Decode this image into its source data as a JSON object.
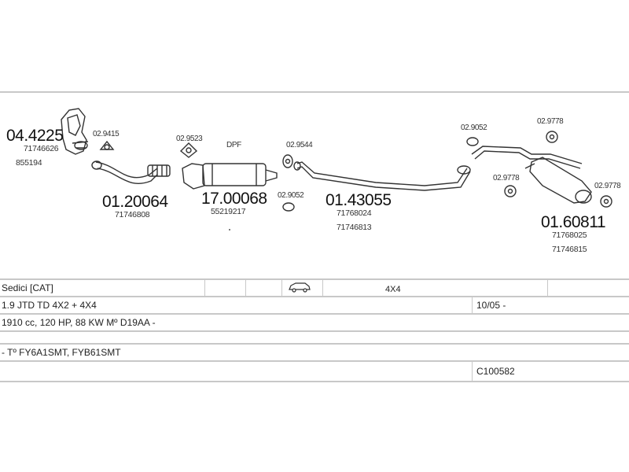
{
  "parts": [
    {
      "id": "p1",
      "code": "04.4225",
      "refs": [
        "71746626",
        "855194"
      ]
    },
    {
      "id": "p2",
      "code": "02.9415",
      "refs": []
    },
    {
      "id": "p3",
      "code": "01.20064",
      "refs": [
        "71746808"
      ]
    },
    {
      "id": "p4",
      "code": "02.9523",
      "refs": []
    },
    {
      "id": "p5",
      "code": "17.00068",
      "refs": [
        "55219217"
      ],
      "tag": "DPF"
    },
    {
      "id": "p6",
      "code": "02.9544",
      "refs": []
    },
    {
      "id": "p7",
      "code": "02.9052",
      "refs": []
    },
    {
      "id": "p8",
      "code": "01.43055",
      "refs": [
        "71768024",
        "71746813"
      ]
    },
    {
      "id": "p9",
      "code": "02.9052",
      "refs": []
    },
    {
      "id": "p10",
      "code": "02.9778",
      "refs": []
    },
    {
      "id": "p11",
      "code": "02.9778",
      "refs": []
    },
    {
      "id": "p12",
      "code": "02.9778",
      "refs": []
    },
    {
      "id": "p13",
      "code": "01.60811",
      "refs": [
        "71768025",
        "71746815"
      ]
    }
  ],
  "table": {
    "model": "Sedici  [CAT]",
    "drive": "4X4",
    "engine": "1.9 JTD TD 4X2 + 4X4",
    "date": "10/05 -",
    "spec": "1910 cc, 120 HP, 88 KW Mº D19AA -",
    "empty": "",
    "type": "- Tº FY6A1SMT, FYB61SMT",
    "catalog": "C100582",
    "car_icon": "car-icon"
  },
  "colors": {
    "line": "#c8c8c8",
    "part": "#333333"
  }
}
